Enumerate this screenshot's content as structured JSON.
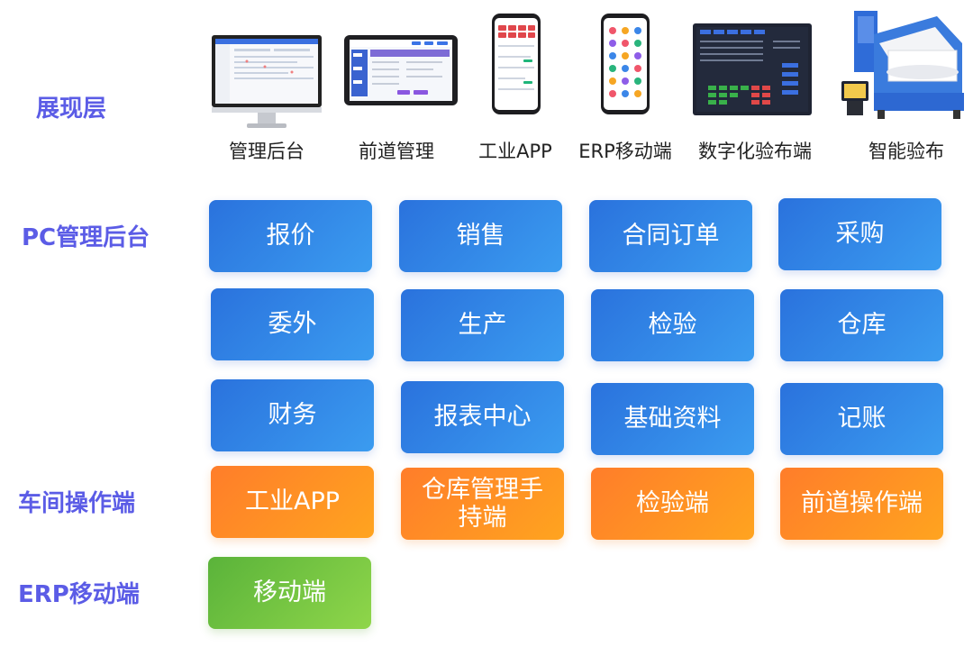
{
  "rows": {
    "display": "展现层",
    "pc": "PC管理后台",
    "workshop": "车间操作端",
    "erp": "ERP移动端"
  },
  "devices": [
    {
      "icon": "monitor-icon",
      "caption": "管理后台"
    },
    {
      "icon": "tablet-icon",
      "caption": "前道管理"
    },
    {
      "icon": "phone-icon",
      "caption": "工业APP"
    },
    {
      "icon": "phone-icon",
      "caption": "ERP移动端"
    },
    {
      "icon": "screen-icon",
      "caption": "数字化验布端"
    },
    {
      "icon": "machine-icon",
      "caption": "智能验布"
    }
  ],
  "pc_modules": [
    "报价",
    "销售",
    "合同订单",
    "采购",
    "委外",
    "生产",
    "检验",
    "仓库",
    "财务",
    "报表中心",
    "基础资料",
    "记账"
  ],
  "workshop_modules": [
    "工业APP",
    "仓库管理手持端",
    "检验端",
    "前道操作端"
  ],
  "erp_modules": [
    "移动端"
  ],
  "colors": {
    "label": "#5b5ce6",
    "blue": "#2f80e6",
    "orange": "#ff8c24",
    "green": "#6cc23f"
  }
}
